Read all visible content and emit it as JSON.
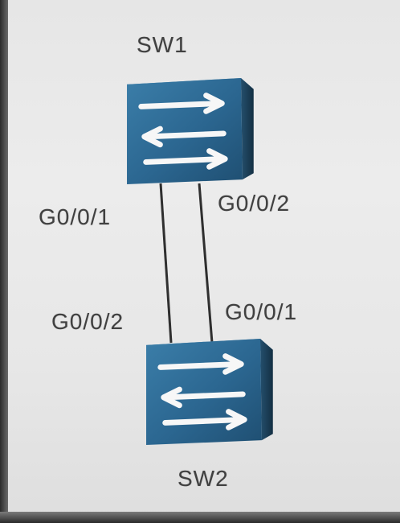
{
  "diagram": {
    "nodes": [
      {
        "id": "sw1",
        "label": "SW1",
        "icon": "switch-icon"
      },
      {
        "id": "sw2",
        "label": "SW2",
        "icon": "switch-icon"
      }
    ],
    "ports": {
      "sw1_left": "G0/0/1",
      "sw1_right": "G0/0/2",
      "sw2_left": "G0/0/2",
      "sw2_right": "G0/0/1"
    },
    "links": [
      {
        "from": "SW1 G0/0/1",
        "to": "SW2 G0/0/2"
      },
      {
        "from": "SW1 G0/0/2",
        "to": "SW2 G0/0/1"
      }
    ],
    "colors": {
      "background": "#e9e9e9",
      "switch_face": "#2e6b92",
      "switch_top": "#3d7fa8",
      "switch_side": "#1b4560",
      "arrow": "#f5f5f5",
      "link": "#3a3a3a",
      "label": "#404040"
    }
  }
}
